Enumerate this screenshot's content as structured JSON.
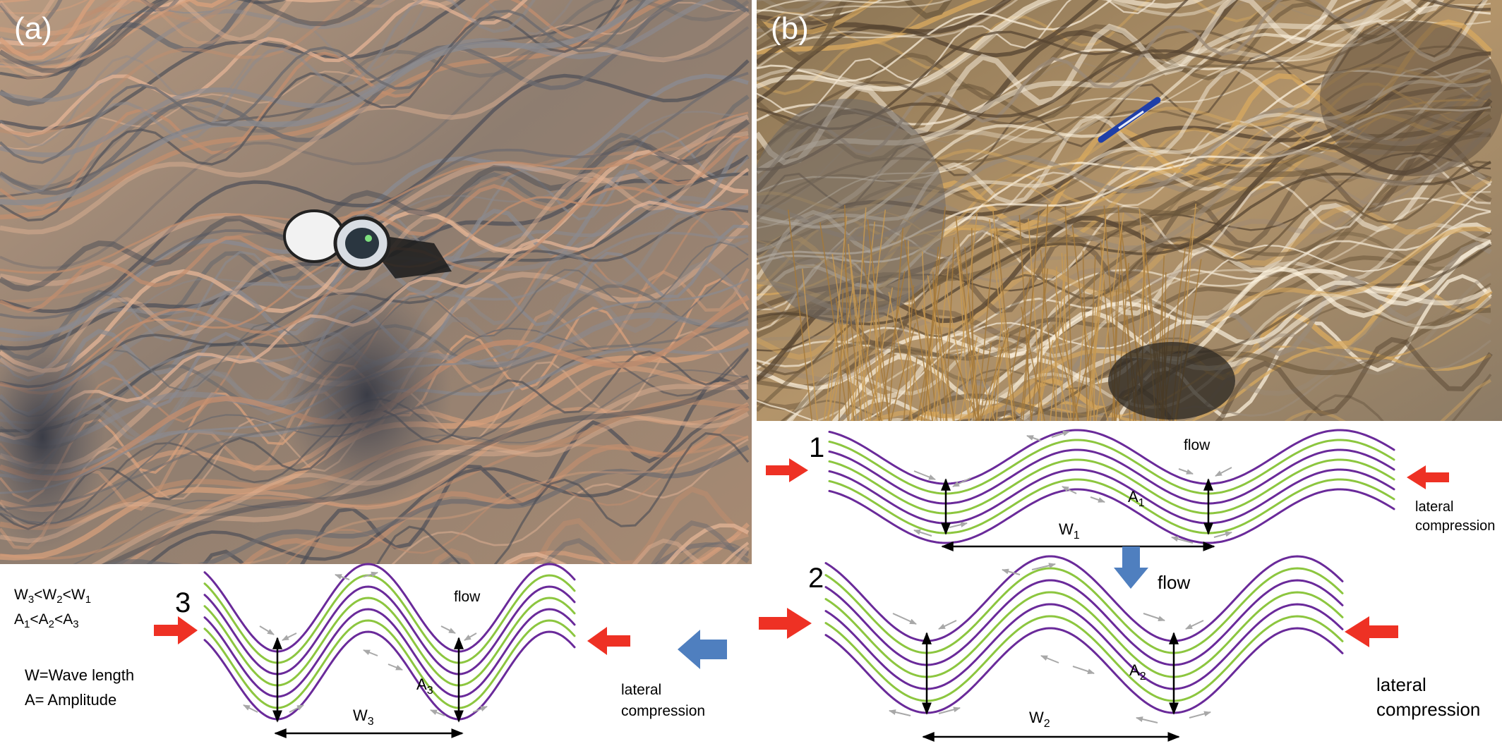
{
  "panels": {
    "a": {
      "label": "(a)"
    },
    "b": {
      "label": "(b)"
    }
  },
  "stages": [
    {
      "number": "1",
      "flow_label": "flow",
      "compression_label_1": "lateral",
      "compression_label_2": "compression",
      "amplitude": {
        "base": "A",
        "sub": "1"
      },
      "wavelength": {
        "base": "W",
        "sub": "1"
      }
    },
    {
      "number": "2",
      "compression_label_1": "lateral",
      "compression_label_2": "compression",
      "amplitude": {
        "base": "A",
        "sub": "2"
      },
      "wavelength": {
        "base": "W",
        "sub": "2"
      }
    },
    {
      "number": "3",
      "flow_label": "flow",
      "compression_label_1": "lateral",
      "compression_label_2": "compression",
      "amplitude": {
        "base": "A",
        "sub": "3"
      },
      "wavelength": {
        "base": "W",
        "sub": "3"
      }
    }
  ],
  "transition_flow_label": "flow",
  "legend": {
    "relation_w": {
      "t1": "W",
      "s1": "3",
      "t2": "<W",
      "s2": "2",
      "t3": "<W",
      "s3": "1"
    },
    "relation_a": {
      "t1": "A",
      "s1": "1",
      "t2": "<A",
      "s2": "2",
      "t3": "<A",
      "s3": "3"
    },
    "w_def": "W=Wave length",
    "a_def": "A= Amplitude"
  },
  "colors": {
    "purple_layer": "#6a2a9a",
    "green_layer": "#8cc63f",
    "compression_arrow": "#ee3124",
    "transition_arrow": "#4f7fbf",
    "slip_arrow": "#a8a8a8",
    "measure_line": "#000000"
  }
}
